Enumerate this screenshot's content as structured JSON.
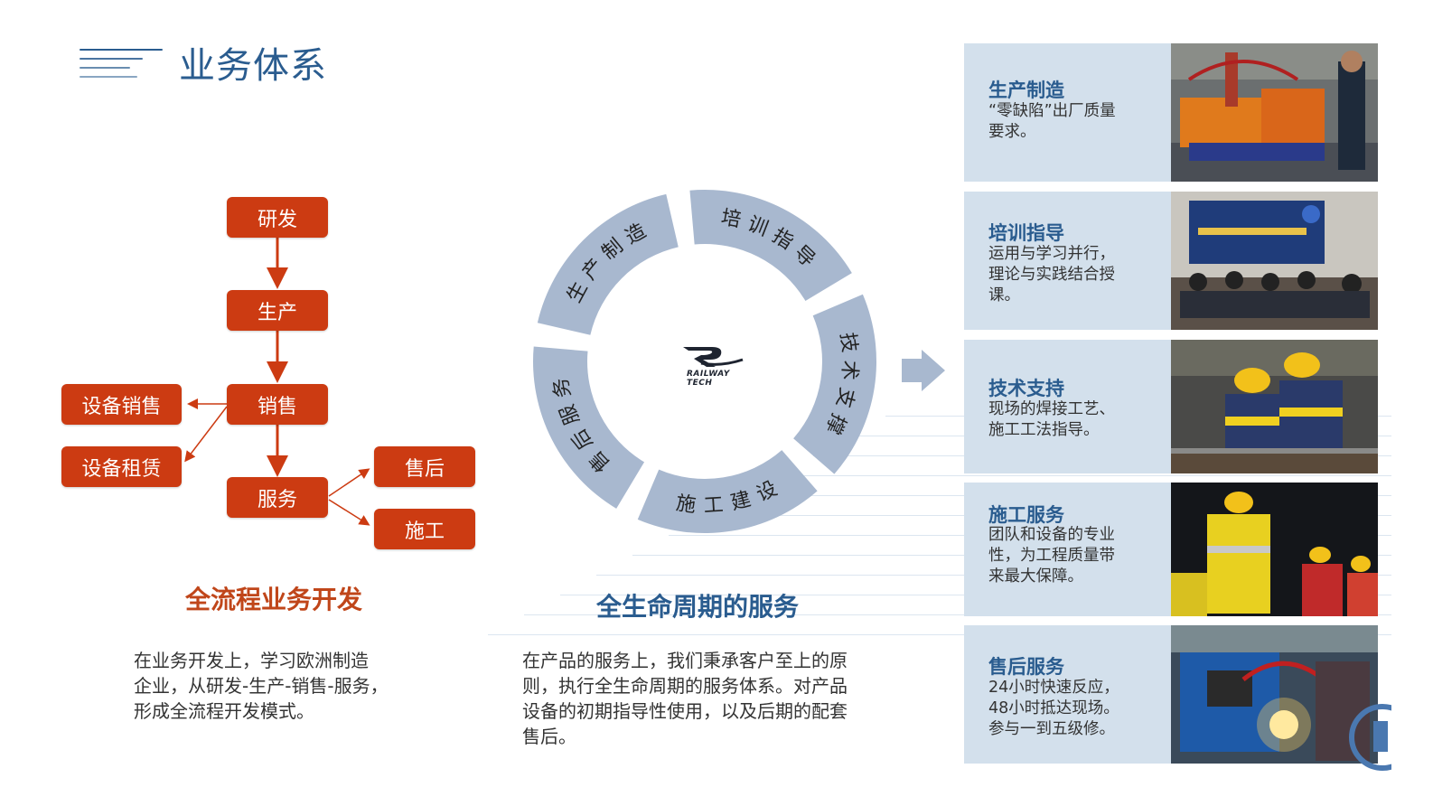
{
  "header": {
    "title": "业务体系"
  },
  "flow": {
    "nodes": {
      "rd": "研发",
      "production": "生产",
      "sales": "销售",
      "service": "服务",
      "equip_sales": "设备销售",
      "equip_rental": "设备租赁",
      "after_sales": "售后",
      "construction": "施工"
    },
    "heading": "全流程业务开发",
    "text_lines": [
      "在业务开发上，学习欧洲制造",
      "企业，从研发-生产-销售-服务，",
      "形成全流程开发模式。"
    ]
  },
  "cycle": {
    "segments": [
      "生产制造",
      "培训指导",
      "技术支撑",
      "施工建设",
      "售后服务"
    ],
    "logo_text": [
      "RAILWAY",
      "TECH"
    ],
    "heading": "全生命周期的服务",
    "text_lines": [
      "在产品的服务上，我们秉承客户至上的原",
      "则，执行全生命周期的服务体系。对产品",
      "设备的初期指导性使用，以及后期的配套",
      "售后。"
    ]
  },
  "panels": [
    {
      "title": "生产制造",
      "lines": [
        "“零缺陷”出厂质量",
        "要求。"
      ]
    },
    {
      "title": "培训指导",
      "lines": [
        "运用与学习并行，",
        "理论与实践结合授",
        "课。"
      ]
    },
    {
      "title": "技术支持",
      "lines": [
        "现场的焊接工艺、",
        "施工工法指导。"
      ]
    },
    {
      "title": "施工服务",
      "lines": [
        "团队和设备的专业",
        "性，为工程质量带",
        "来最大保障。"
      ]
    },
    {
      "title": "售后服务",
      "lines": [
        "24小时快速反应，",
        "48小时抵达现场。",
        "参与一到五级修。"
      ]
    }
  ],
  "colors": {
    "accent_blue": "#2a5c8f",
    "flow_red": "#cc3b12",
    "ring_gray_blue": "#a8b8cf",
    "panel_bg": "#d3e0ec"
  },
  "icons": [
    "arrow-right-icon",
    "railway-tech-logo-icon",
    "header-lines-icon"
  ]
}
